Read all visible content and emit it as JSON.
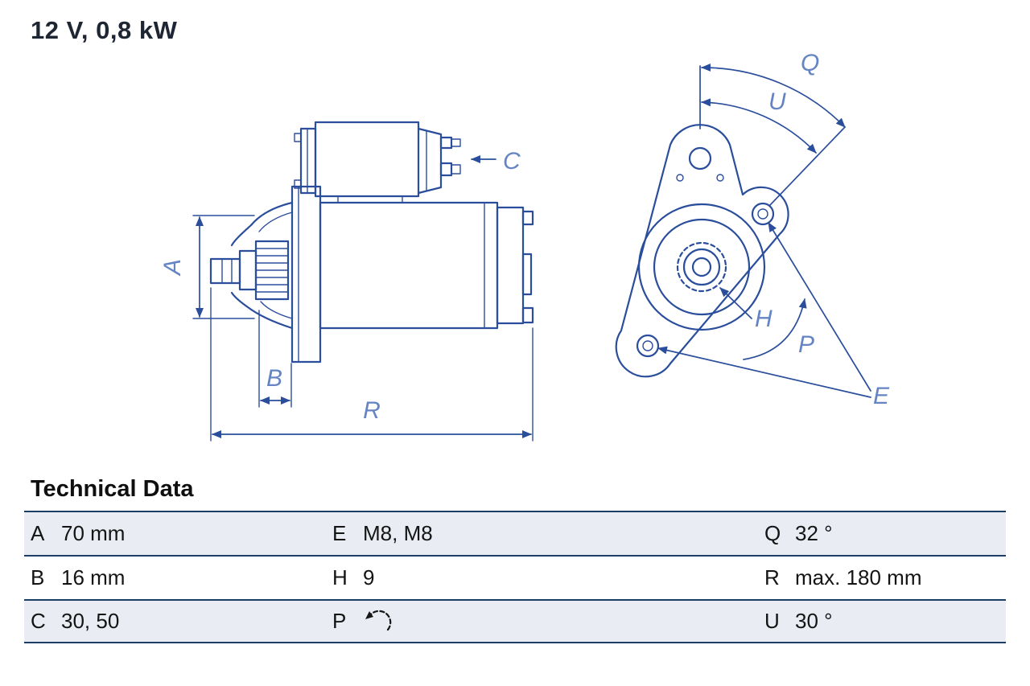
{
  "title": "12 V, 0,8 kW",
  "technical_data": {
    "heading": "Technical Data",
    "rows": [
      [
        {
          "key": "A",
          "value": "70 mm"
        },
        {
          "key": "E",
          "value": "M8, M8"
        },
        {
          "key": "Q",
          "value": "32 °"
        }
      ],
      [
        {
          "key": "B",
          "value": "16 mm"
        },
        {
          "key": "H",
          "value": "9"
        },
        {
          "key": "R",
          "value": "max. 180 mm"
        }
      ],
      [
        {
          "key": "C",
          "value": "30, 50"
        },
        {
          "key": "P",
          "value": "",
          "value_icon": "rotation-ccw-icon"
        },
        {
          "key": "U",
          "value": "30 °"
        }
      ]
    ]
  },
  "drawing": {
    "labels": {
      "A": "A",
      "B": "B",
      "C": "C",
      "E": "E",
      "H": "H",
      "P": "P",
      "Q": "Q",
      "R": "R",
      "U": "U"
    },
    "colors": {
      "line": "#2a4e9c",
      "label": "#6484c4"
    }
  }
}
